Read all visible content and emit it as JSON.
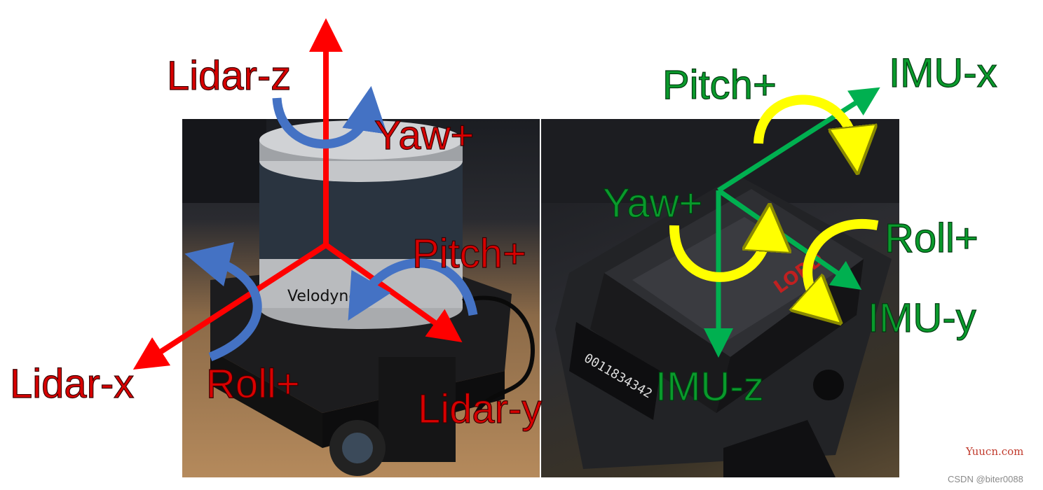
{
  "left_panel": {
    "labels": {
      "lidar_z": "Lidar-z",
      "yaw": "Yaw+",
      "pitch": "Pitch+",
      "lidar_x": "Lidar-x",
      "roll": "Roll+",
      "lidar_y": "Lidar-y"
    },
    "device_text": "Velodyne"
  },
  "right_panel": {
    "labels": {
      "pitch": "Pitch+",
      "imu_x": "IMU-x",
      "yaw": "Yaw+",
      "roll": "Roll+",
      "imu_y": "IMU-y",
      "imu_z": "IMU-z"
    },
    "serial_text": "0011834342",
    "brand_text": "LORD"
  },
  "watermark": "Yuucn.com",
  "credit": "CSDN @biter0088",
  "colors": {
    "lidar_axis": "#ff0000",
    "lidar_rotation": "#4472c4",
    "imu_axis": "#00b050",
    "imu_rotation": "#ffff00"
  }
}
